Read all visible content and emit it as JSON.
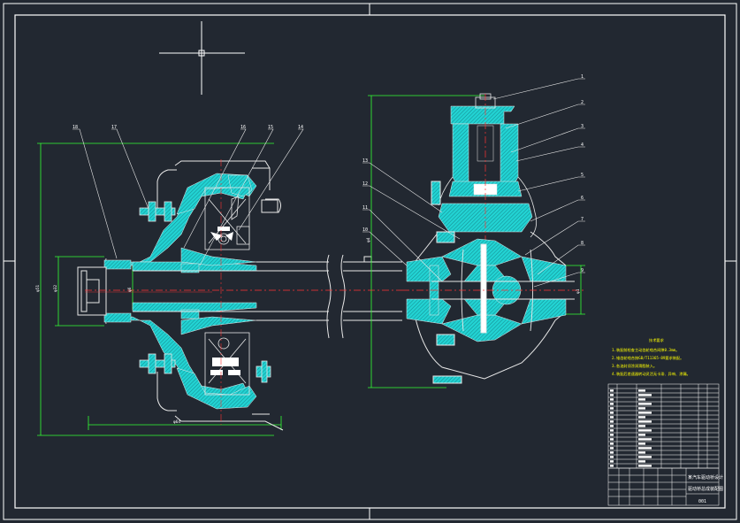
{
  "drawing": {
    "sheet_number": "001",
    "left_part_labels": [
      "18",
      "17",
      "16",
      "15",
      "14"
    ],
    "right_part_labels": [
      "1",
      "2",
      "3",
      "4",
      "5",
      "6",
      "7",
      "8",
      "9",
      "10",
      "11",
      "12",
      "13"
    ],
    "dimensions": {
      "left_height": "φ51",
      "left_flange": "φ32",
      "left_shaft": "φ6",
      "left_width": "φ64",
      "right_height": "φ4",
      "right_small": "φ1"
    },
    "notes": {
      "heading": "技术要求",
      "lines": [
        "1.装配前检查主动齿轮啮合间隙0.3mm。",
        "2.锥齿轮啮合按GB/T11365-89要求装配。",
        "3.各油封须涂润滑脂装入。",
        "4.装配后差速器转动灵活无卡滞、异响、渗漏。"
      ]
    },
    "title_block": {
      "project": "某汽车驱动桥设计",
      "drawing_name": "驱动桥总成装配图"
    }
  }
}
